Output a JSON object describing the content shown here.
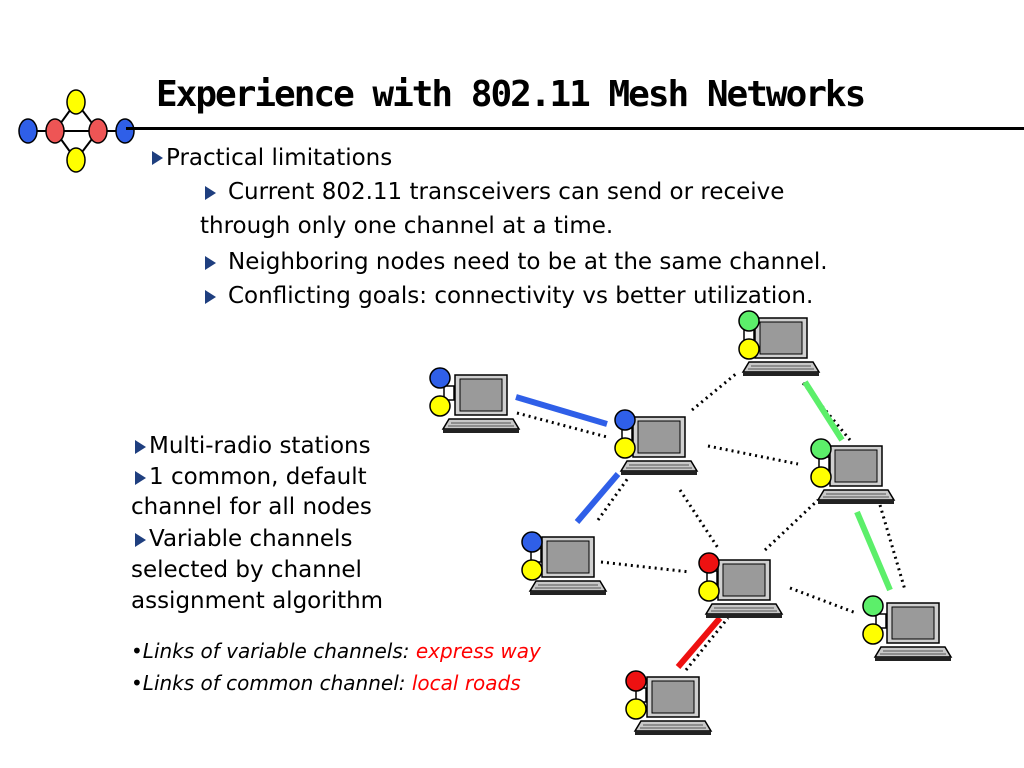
{
  "slide": {
    "title": "Experience with 802.11 Mesh Networks",
    "bullets": {
      "practical": "Practical limitations",
      "transceivers_1": " Current 802.11 transceivers can send or receive",
      "transceivers_2": "through only one channel at a time.",
      "neighboring": " Neighboring nodes need to be at the same channel.",
      "conflicting": " Conflicting goals: connectivity vs better utilization."
    },
    "side_list": {
      "multi_radio": "Multi-radio stations",
      "common_1": "1 common, default",
      "common_2": "channel for all nodes",
      "variable_1": "Variable channels",
      "variable_2": "selected by channel",
      "variable_3": "assignment algorithm"
    },
    "legend": {
      "variable_prefix": "•Links of variable channels: ",
      "variable_value": "express way",
      "common_prefix": "•Links of common channel: ",
      "common_value": "local roads"
    }
  },
  "colors": {
    "bullet": "#1f3f7f",
    "blue_radio": "#2f5fe8",
    "green_radio": "#5cef6a",
    "red_radio": "#ee1111",
    "yellow_radio": "#ffff00",
    "accent_text": "#ff0000"
  },
  "icons": [
    "laptop-icon",
    "radio-icon",
    "logo-icon",
    "bullet-arrow-icon"
  ]
}
